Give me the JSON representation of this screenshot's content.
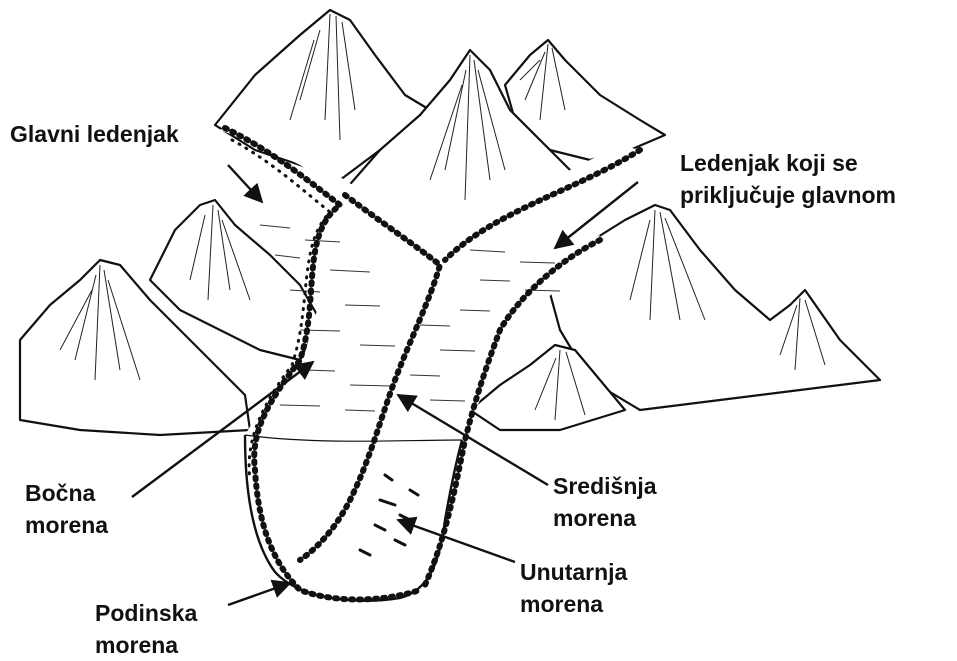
{
  "labels": {
    "main_glacier": [
      "Glavni ledenjak"
    ],
    "tributary_glacier": [
      "Ledenjak koji se",
      "priključuje glavnom"
    ],
    "lateral_moraine": [
      "Bočna",
      "morena"
    ],
    "medial_moraine": [
      "Središnja",
      "morena"
    ],
    "englacial_moraine": [
      "Unutarnja",
      "morena"
    ],
    "terminal_moraine": [
      "Podinska",
      "morena"
    ]
  },
  "colors": {
    "ink": "#111111",
    "background": "#ffffff"
  }
}
